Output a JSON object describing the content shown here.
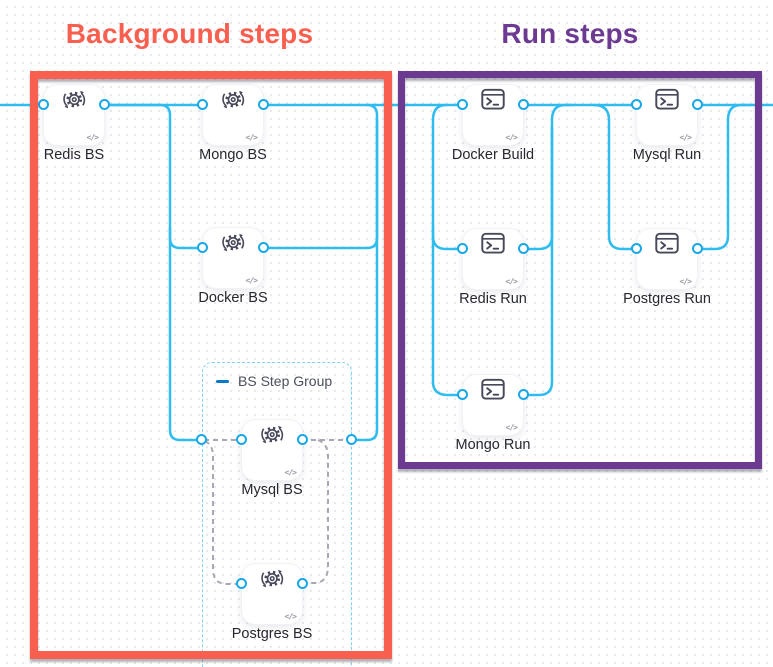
{
  "annotations": {
    "background_title": "Background steps",
    "run_title": "Run steps"
  },
  "step_group": {
    "label": "BS Step Group"
  },
  "code_badge": "</>",
  "nodes": [
    {
      "label": "Redis BS",
      "icon": "background-step-icon",
      "group": "Background steps"
    },
    {
      "label": "Mongo BS",
      "icon": "background-step-icon",
      "group": "Background steps"
    },
    {
      "label": "Docker BS",
      "icon": "background-step-icon",
      "group": "Background steps"
    },
    {
      "label": "Mysql BS",
      "icon": "background-step-icon",
      "group": "BS Step Group"
    },
    {
      "label": "Postgres BS",
      "icon": "background-step-icon",
      "group": "BS Step Group"
    },
    {
      "label": "Docker Build",
      "icon": "run-step-icon",
      "group": "Run steps"
    },
    {
      "label": "Mysql Run",
      "icon": "run-step-icon",
      "group": "Run steps"
    },
    {
      "label": "Redis Run",
      "icon": "run-step-icon",
      "group": "Run steps"
    },
    {
      "label": "Postgres Run",
      "icon": "run-step-icon",
      "group": "Run steps"
    },
    {
      "label": "Mongo Run",
      "icon": "run-step-icon",
      "group": "Run steps"
    }
  ],
  "colors": {
    "background_box": "#f85f4e",
    "run_box": "#6d3a91",
    "flow_line": "#2fbcee",
    "port_ring": "#18a8e6",
    "dashed_line": "#a8a8b2",
    "group_border": "#7ed3f2",
    "collapse_dash": "#0b78c8",
    "icon": "#474859",
    "label": "#26272f"
  }
}
